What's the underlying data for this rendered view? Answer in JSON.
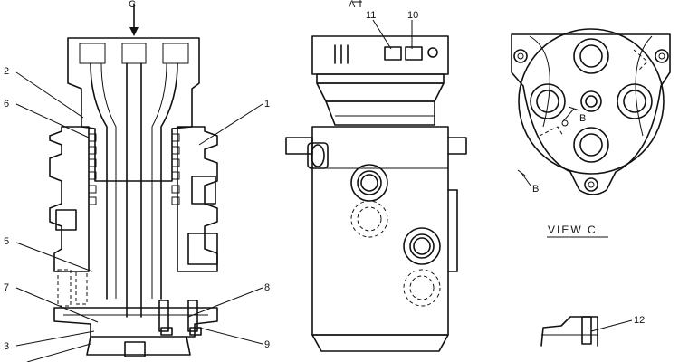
{
  "callouts": {
    "c1": "1",
    "c2": "2",
    "c3": "3",
    "c5": "5",
    "c6": "6",
    "c7": "7",
    "c8": "8",
    "c9": "9",
    "c10": "10",
    "c11": "11",
    "c12": "12"
  },
  "section_marks": {
    "top_arrow": "C",
    "top_mid": "A",
    "b_upper": "B",
    "b_lower": "B"
  },
  "view_label": "VIEW  C"
}
